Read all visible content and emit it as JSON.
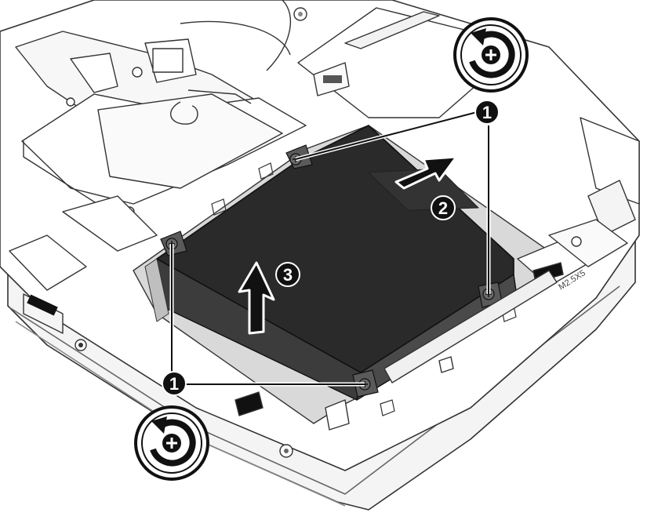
{
  "callouts": {
    "screws": "1",
    "slide": "2",
    "lift": "3"
  },
  "etching": {
    "screw_spec": "M2.5X5"
  },
  "icons": {
    "rotate_ccw_screw": "rotate-counterclockwise-screw-icon",
    "direction_arrow": "arrow-icon"
  },
  "colors": {
    "drive": "#2a2a2a",
    "drive_edge": "#3c3c3c",
    "outline": "#111111",
    "chassis": "#ffffff",
    "chassis_line": "#333333",
    "bay_shade": "#d9d9d9",
    "callout_fill": "#111111",
    "callout_text": "#ffffff"
  }
}
